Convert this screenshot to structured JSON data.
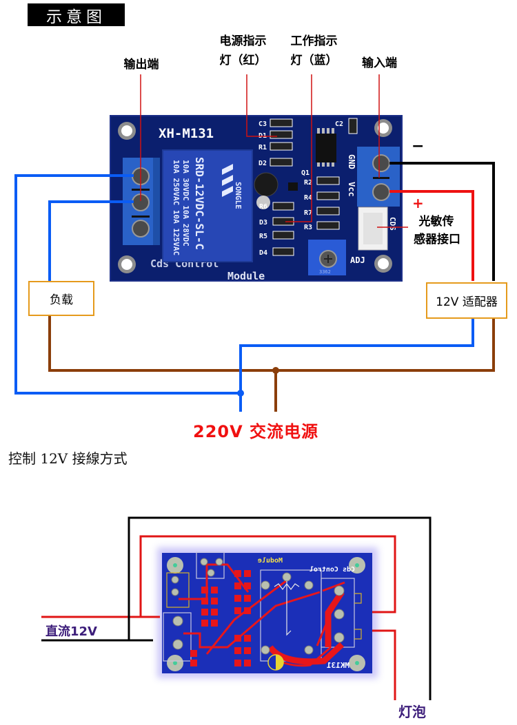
{
  "diagram1": {
    "title": "示意图",
    "labels": {
      "output_terminal": "输出端",
      "power_led_line1": "电源指示",
      "power_led_line2": "灯（红）",
      "work_led_line1": "工作指示",
      "work_led_line2": "灯（蓝）",
      "input_terminal": "输入端",
      "minus": "−",
      "plus": "+",
      "sensor_line1": "光敏传",
      "sensor_line2": "感器接口",
      "load": "负载",
      "adapter": "12V 适配器",
      "ac_source": "220V 交流电源"
    },
    "board": {
      "model": "XH-M131",
      "silk_bottom_line1": "Cds Control",
      "silk_bottom_line2": "Module",
      "relay_lines": [
        "10A 250VAC  10A 125VAC",
        "10A 30VDC   10A 28VDC",
        "SRD-12VDC-SL-C"
      ],
      "relay_brand": "SONGLE",
      "component_refs": [
        "C3",
        "D1",
        "R1",
        "D2",
        "Q1",
        "R2",
        "R4",
        "R7",
        "R3",
        "R6",
        "D3",
        "R5",
        "D4",
        "C2",
        "GND",
        "Vcc",
        "CDS",
        "ADJ"
      ],
      "pot_code": "3362"
    },
    "wire_colors": {
      "live": "#0a5cf5",
      "neutral": "#8b3e0a",
      "positive": "#ee1111",
      "negative": "#000000",
      "pointer": "#d01010",
      "box_border": "#e59a1b",
      "pcb": "#0b1f6e"
    }
  },
  "caption": "控制 12V 接線方式",
  "diagram2": {
    "dc_label": "直流12V",
    "bulb_label": "灯泡",
    "board_silk": [
      "Cds Control",
      "Module",
      "MK131"
    ]
  }
}
